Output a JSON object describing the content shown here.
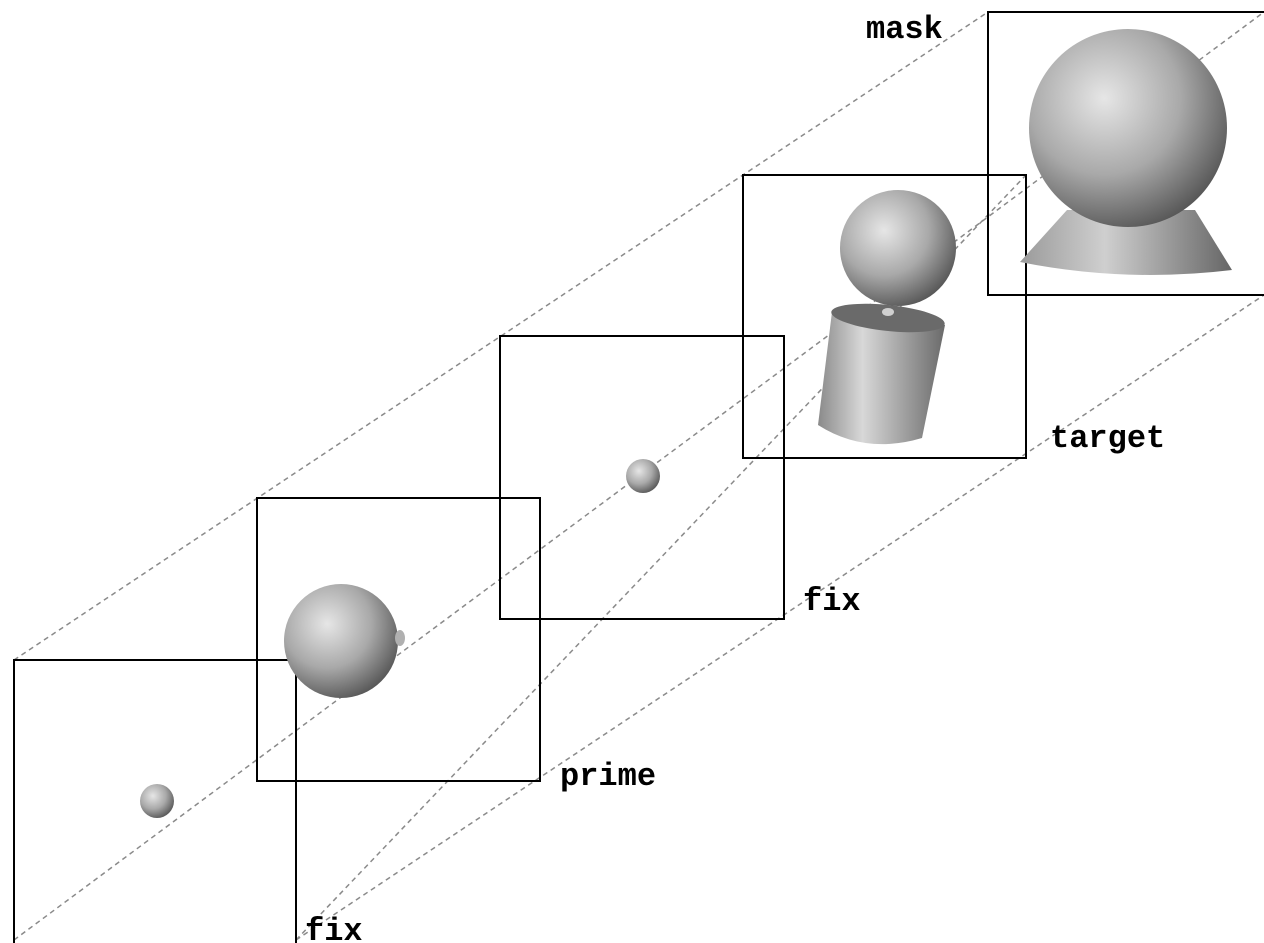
{
  "figure": {
    "frames": [
      {
        "label": "fix",
        "content": "small-sphere"
      },
      {
        "label": "prime",
        "content": "large-sphere"
      },
      {
        "label": "fix",
        "content": "small-sphere"
      },
      {
        "label": "target",
        "content": "sphere-above-cylinder"
      },
      {
        "label": "mask",
        "content": "sphere-on-cone"
      }
    ],
    "colors": {
      "frame_stroke": "#000000",
      "guide_line": "#8a8a8a",
      "object_light": "#e6e6e6",
      "object_mid": "#a9a9a9",
      "object_dark": "#555555"
    }
  }
}
